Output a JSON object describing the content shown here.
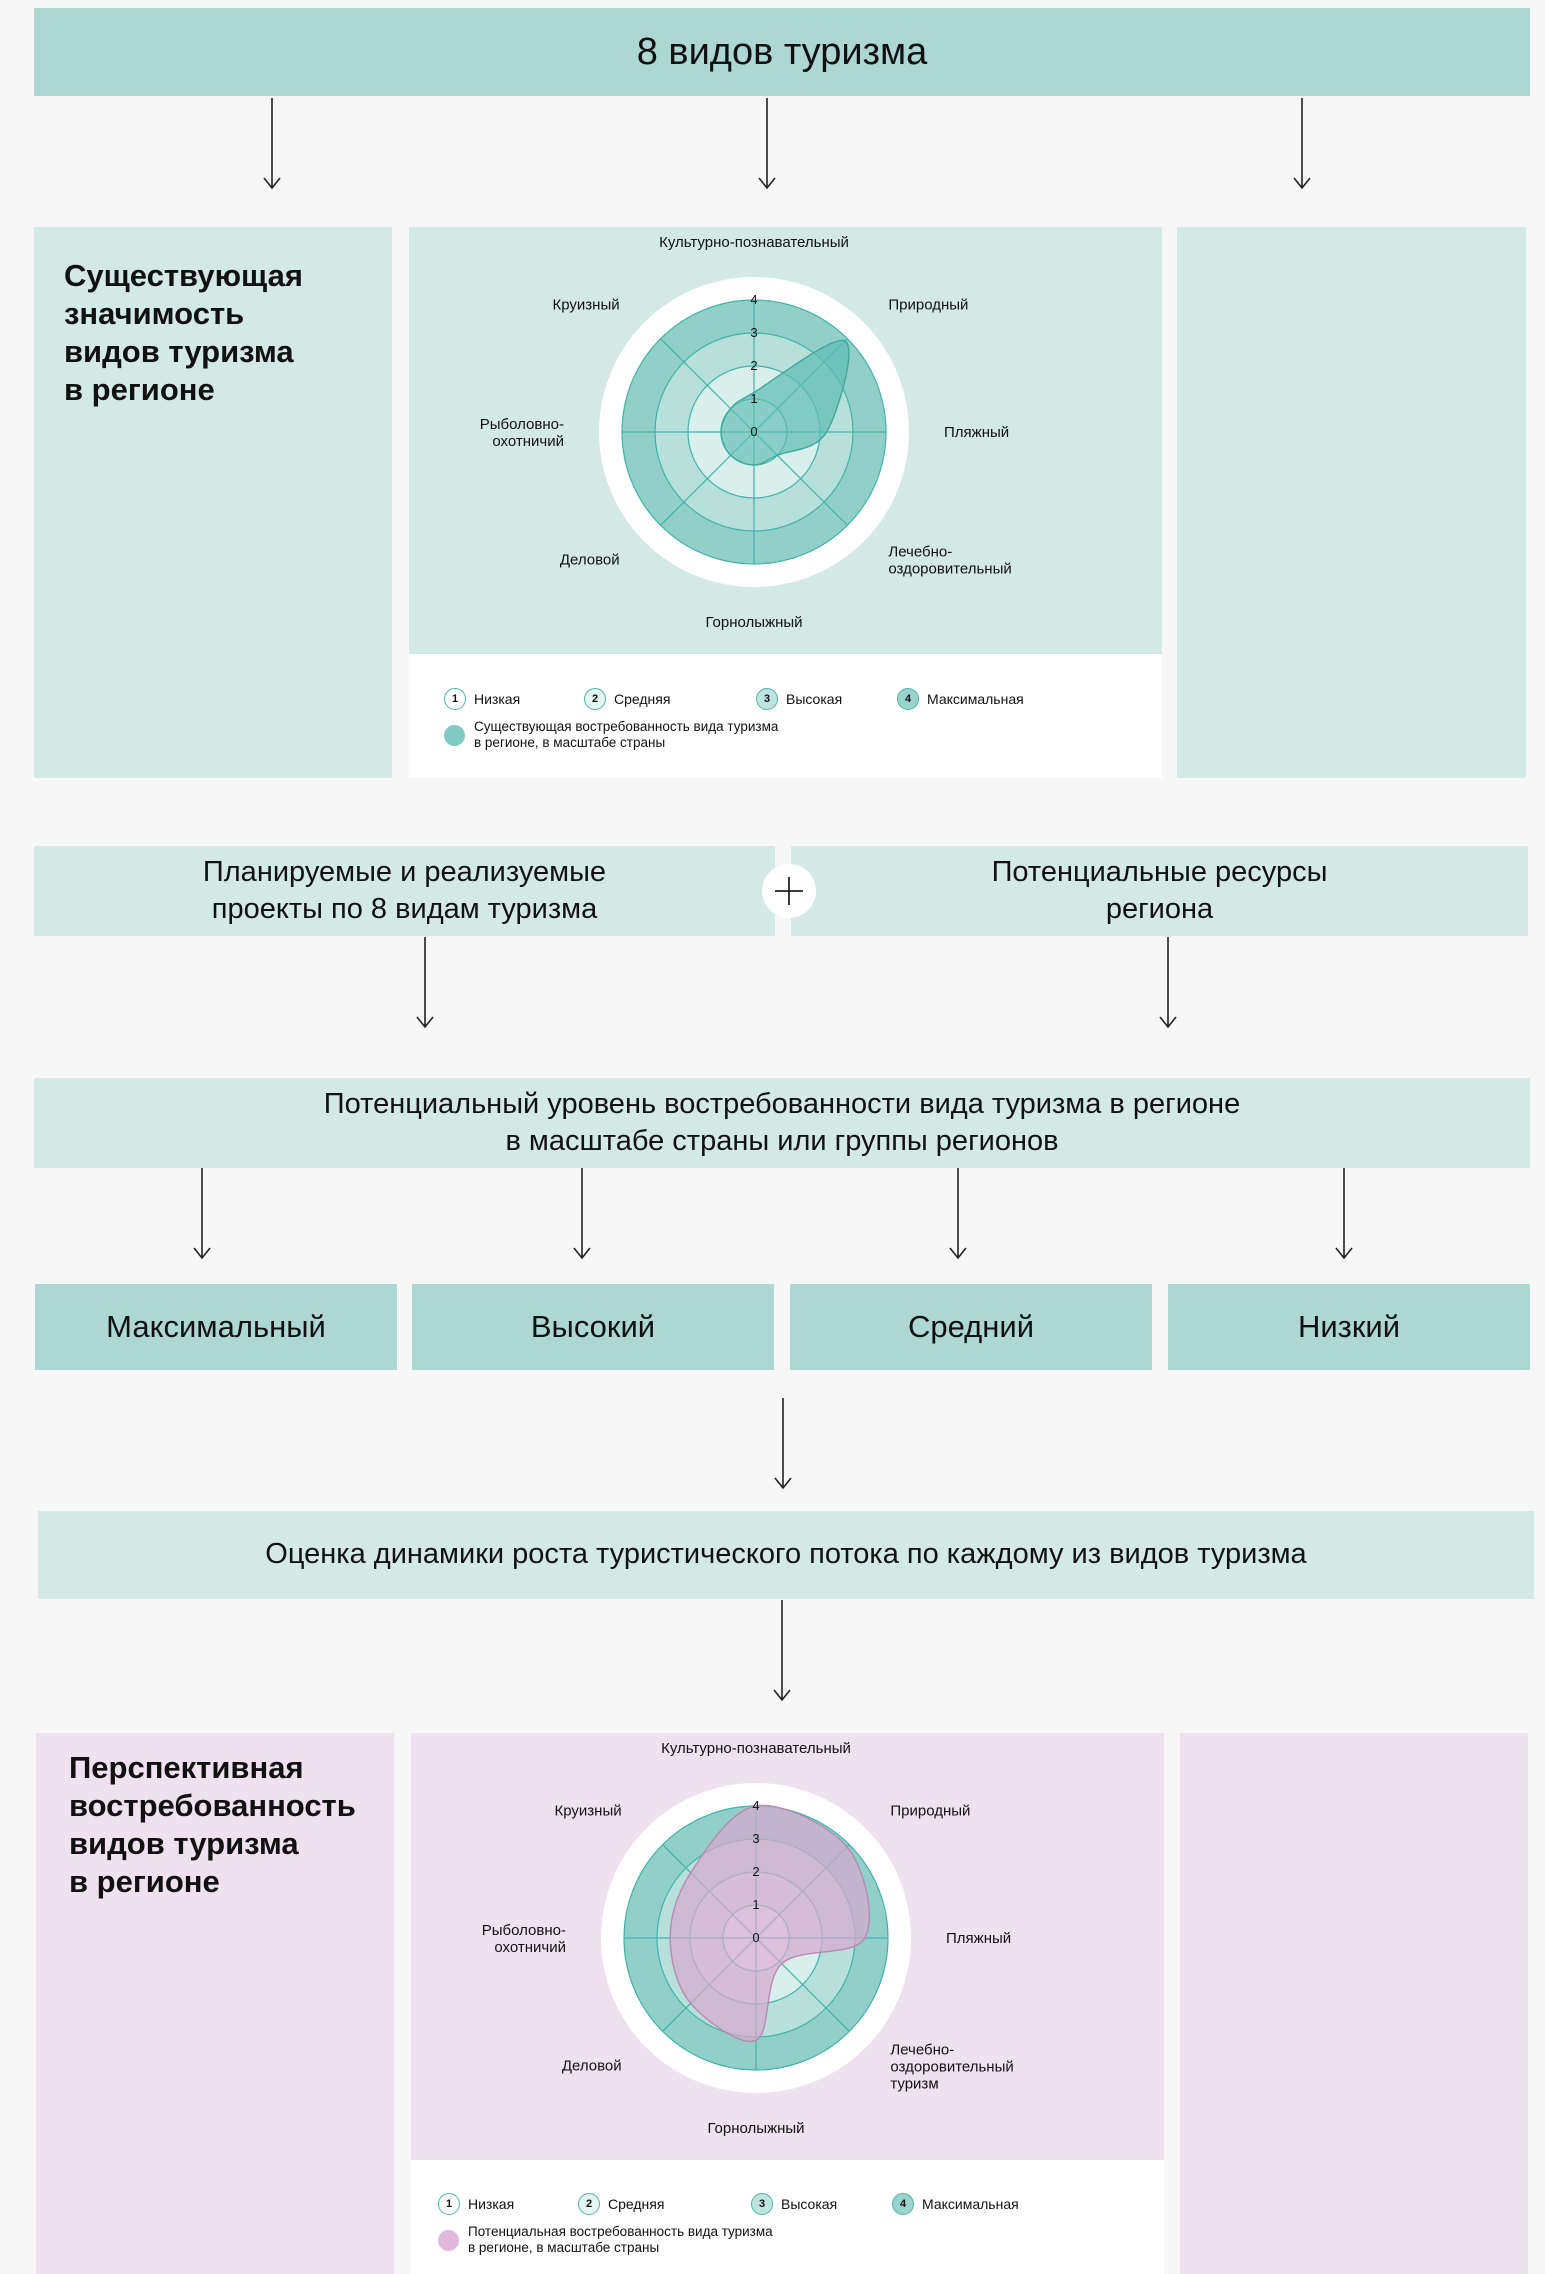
{
  "colors": {
    "teal_dark": "#acd7d3",
    "teal_light": "#d3e9e6",
    "pink_light": "#efe1ef",
    "radar_existing": "#60bdb3",
    "radar_prospective": "#d5a9cf",
    "grid_line": "#3fb3ab"
  },
  "top_banner": "8 видов туризма",
  "existing": {
    "heading": "Существующая\nзначимость\nвидов туризма\nв регионе",
    "note": "Существующая востребованность вида туризма\nв регионе, в масштабе страны"
  },
  "prospective": {
    "heading": "Перспективная\nвостребованность\nвидов туризма\nв регионе",
    "note": "Потенциальная востребованность вида туризма\nв регионе, в масштабе страны"
  },
  "legend": {
    "levels": [
      {
        "num": "1",
        "label": "Низкая"
      },
      {
        "num": "2",
        "label": "Средняя"
      },
      {
        "num": "3",
        "label": "Высокая"
      },
      {
        "num": "4",
        "label": "Максимальная"
      }
    ]
  },
  "inputs": {
    "projects": "Планируемые и реализуемые\nпроекты по 8 видам туризма",
    "plus_icon": "plus-icon",
    "resources": "Потенциальные ресурсы\nрегиона"
  },
  "potential_level": "Потенциальный уровень востребованности вида туризма в регионе\nв масштабе страны или группы регионов",
  "levels": [
    "Максимальный",
    "Высокий",
    "Средний",
    "Низкий"
  ],
  "assessment": "Оценка динамики роста туристического потока по каждому из видов туризма",
  "chart_data": [
    {
      "type": "radar",
      "scale_labels": [
        "0",
        "1",
        "2",
        "3",
        "4"
      ],
      "max": 4,
      "axes": [
        "Культурно-познавательный",
        "Природный",
        "Пляжный",
        "Лечебно-\nоздоровительный",
        "Горнолыжный",
        "Деловой",
        "Рыболовно-\nохотничий",
        "Круизный"
      ],
      "series": [
        {
          "values": [
            1.2,
            3.9,
            2.2,
            1.0,
            1.0,
            1.0,
            1.0,
            1.0
          ]
        }
      ]
    },
    {
      "type": "radar",
      "scale_labels": [
        "0",
        "1",
        "2",
        "3",
        "4"
      ],
      "max": 4,
      "axes": [
        "Культурно-познавательный",
        "Природный",
        "Пляжный",
        "Лечебно-\nоздоровительный\nтуризм",
        "Горнолыжный",
        "Деловой",
        "Рыболовно-\nохотничий",
        "Круизный"
      ],
      "series": [
        {
          "values": [
            4.0,
            3.9,
            3.3,
            1.1,
            3.1,
            2.8,
            2.6,
            2.8
          ]
        }
      ]
    }
  ]
}
